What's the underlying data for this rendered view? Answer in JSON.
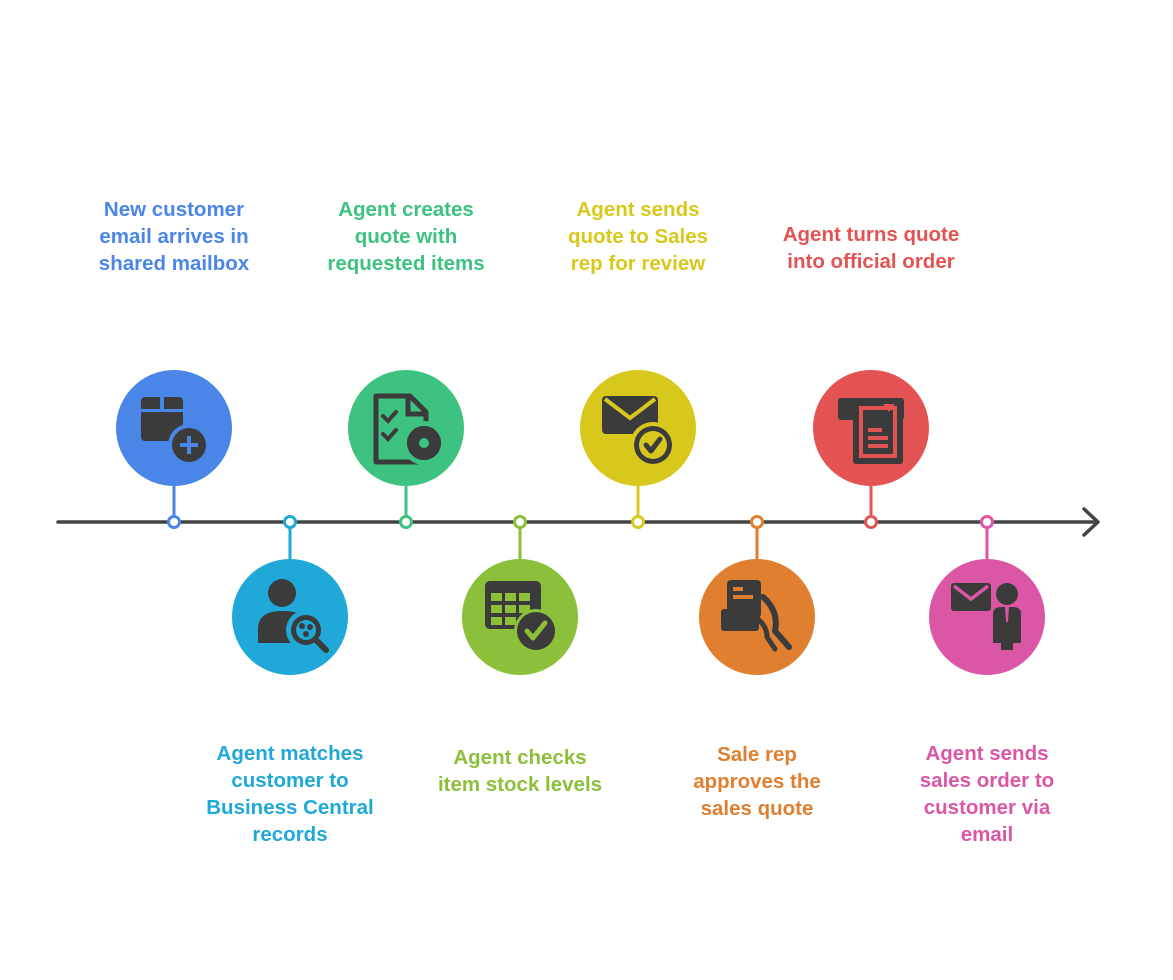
{
  "timeline": {
    "line_color": "#444444",
    "steps": [
      {
        "id": "email-arrives",
        "lines": [
          "New customer",
          "email arrives in",
          "shared mailbox"
        ],
        "color": "#4A86E8",
        "icon": "box-plus-icon"
      },
      {
        "id": "match-customer",
        "lines": [
          "Agent matches",
          "customer to",
          "Business Central",
          "records"
        ],
        "color": "#20A8D8",
        "icon": "user-search-icon"
      },
      {
        "id": "create-quote",
        "lines": [
          "Agent creates",
          "quote with",
          "requested items"
        ],
        "color": "#3DC281",
        "icon": "checklist-gear-icon"
      },
      {
        "id": "check-stock",
        "lines": [
          "Agent checks",
          "item stock levels"
        ],
        "color": "#8CBF3A",
        "icon": "table-check-icon"
      },
      {
        "id": "send-to-rep",
        "lines": [
          "Agent sends",
          "quote to Sales",
          "rep for review"
        ],
        "color": "#D9C81C",
        "icon": "mail-check-icon"
      },
      {
        "id": "rep-approves",
        "lines": [
          "Sale rep",
          "approves the",
          "sales quote"
        ],
        "color": "#E07F2F",
        "icon": "hand-card-icon"
      },
      {
        "id": "turn-into-order",
        "lines": [
          "Agent turns quote",
          "into official order"
        ],
        "color": "#E45353",
        "icon": "printer-document-icon"
      },
      {
        "id": "send-order",
        "lines": [
          "Agent sends",
          "sales order to",
          "customer via",
          "email"
        ],
        "color": "#DB57A6",
        "icon": "mail-person-icon"
      }
    ]
  }
}
